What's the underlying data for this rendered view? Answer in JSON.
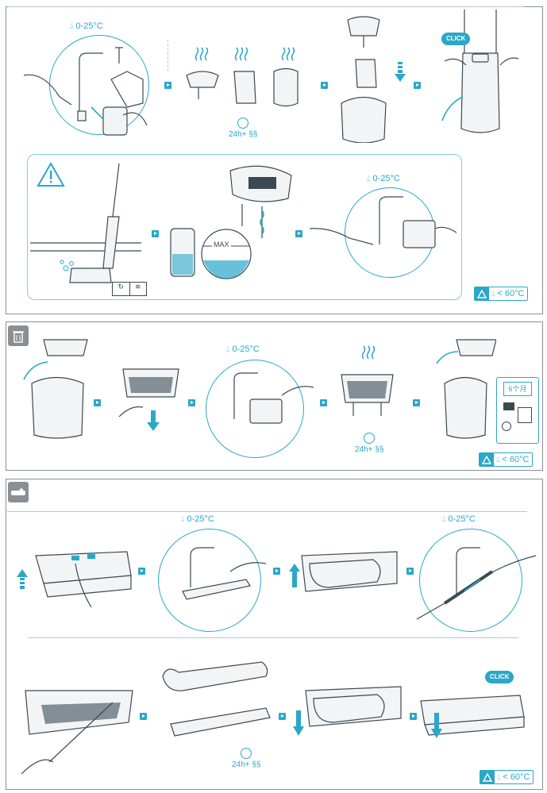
{
  "temperature_label": "0-25°C",
  "warning_label": "< 60°C",
  "dry_time_label": "24h+",
  "click_label": "CLICK",
  "max_label": "MAX",
  "months_label": "6个月",
  "colors": {
    "accent": "#2aa7c9",
    "border": "#8a8f94",
    "ink": "#3a4a55"
  },
  "icons": [
    "water-drop-icon",
    "warning-icon",
    "clock-icon",
    "steam-icon",
    "arrow-right-icon",
    "trash-icon",
    "brush-icon",
    "calendar-icon"
  ]
}
